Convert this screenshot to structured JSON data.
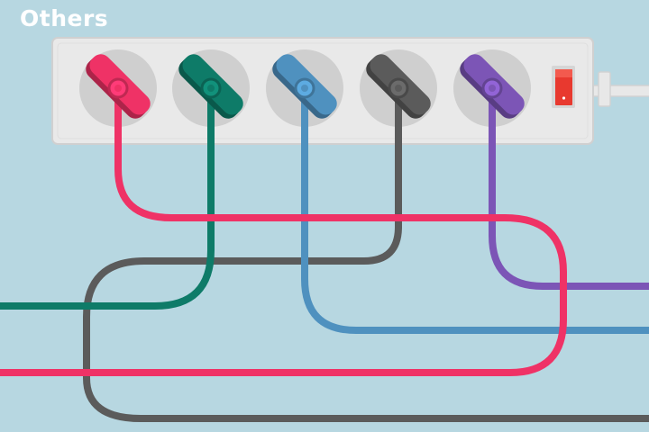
{
  "heading": "Others",
  "colors": {
    "background": "#b7d7e1",
    "strip_body": "#e9e9e9",
    "strip_border": "#d0d0d0",
    "socket": "#cfcfcf",
    "switch": "#e8392f",
    "cord_power": "#e8e8e8"
  },
  "switch_state": "on",
  "plugs": [
    {
      "name": "pink-plug",
      "color": "#ef3266"
    },
    {
      "name": "green-plug",
      "color": "#0e7b68"
    },
    {
      "name": "blue-plug",
      "color": "#4f91bf"
    },
    {
      "name": "gray-plug",
      "color": "#5b5b5b"
    },
    {
      "name": "purple-plug",
      "color": "#7c55b6"
    }
  ]
}
